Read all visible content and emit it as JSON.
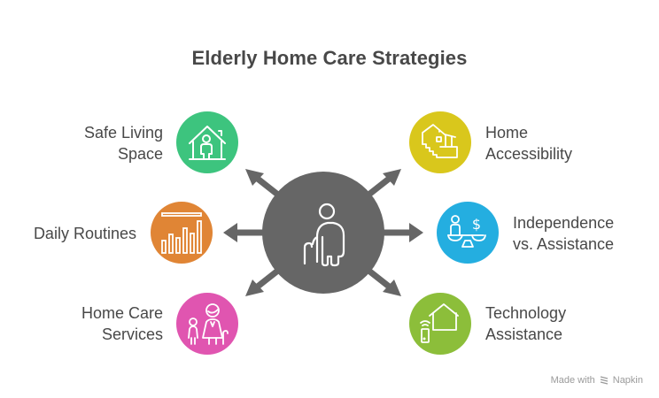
{
  "title": "Elderly Home Care Strategies",
  "center": {
    "icon": "elderly-person-with-cane-icon",
    "color": "#666666"
  },
  "nodes": [
    {
      "id": "safe-living-space",
      "label_line1": "Safe Living",
      "label_line2": "Space",
      "side": "left",
      "color": "#3DC47E",
      "icon": "house-person-icon"
    },
    {
      "id": "daily-routines",
      "label_line1": "Daily Routines",
      "label_line2": "",
      "side": "left",
      "color": "#E08535",
      "icon": "bar-chart-icon"
    },
    {
      "id": "home-care-services",
      "label_line1": "Home Care",
      "label_line2": "Services",
      "side": "left",
      "color": "#E055B0",
      "icon": "caregiver-child-icon"
    },
    {
      "id": "home-accessibility",
      "label_line1": "Home",
      "label_line2": "Accessibility",
      "side": "right",
      "color": "#D9C71C",
      "icon": "house-stairs-icon"
    },
    {
      "id": "independence-vs-assistance",
      "label_line1": "Independence",
      "label_line2": "vs. Assistance",
      "side": "right",
      "color": "#24AEE0",
      "icon": "balance-scale-icon"
    },
    {
      "id": "technology-assistance",
      "label_line1": "Technology",
      "label_line2": "Assistance",
      "side": "right",
      "color": "#8CBE3A",
      "icon": "smart-home-remote-icon"
    }
  ],
  "footer": {
    "made_with": "Made with",
    "brand": "Napkin"
  }
}
